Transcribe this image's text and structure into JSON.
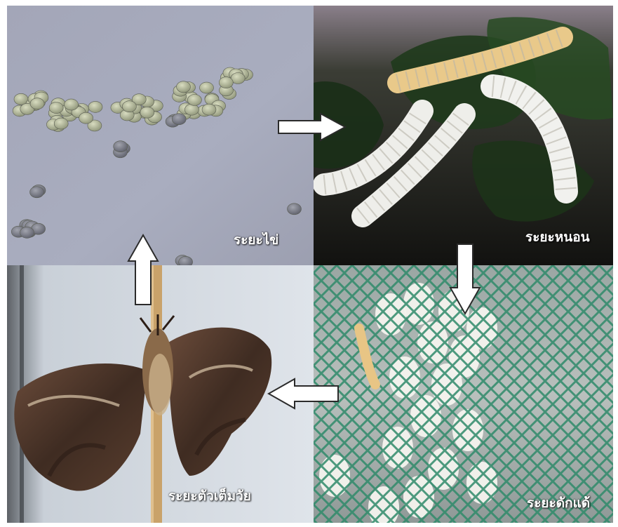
{
  "stages": {
    "eggs": {
      "label": "ระยะไข่"
    },
    "larva": {
      "label": "ระยะหนอน"
    },
    "pupa": {
      "label": "ระยะดักแด้"
    },
    "adult": {
      "label": "ระยะตัวเต็มวัย"
    }
  },
  "cycle": [
    "eggs",
    "larva",
    "pupa",
    "adult"
  ],
  "colors": {
    "arrow_fill": "#ffffff",
    "arrow_stroke": "#2b2b2b",
    "caption_text": "#ffffff",
    "egg_background": "#a4a8ba",
    "larva_background": "#1d1d1c",
    "pupa_net": "#2f8a6a",
    "adult_wall": "#cfd6df"
  },
  "icons": {
    "flow_arrow": "thick-arrow-icon"
  }
}
